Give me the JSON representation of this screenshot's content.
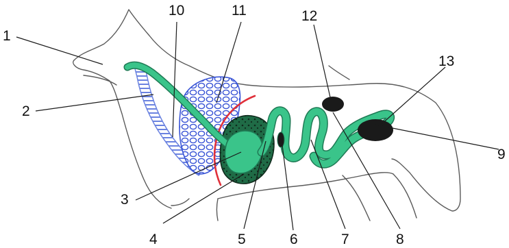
{
  "labels": {
    "n1": "1",
    "n2": "2",
    "n3": "3",
    "n4": "4",
    "n5": "5",
    "n6": "6",
    "n7": "7",
    "n8": "8",
    "n9": "9",
    "n10": "10",
    "n11": "11",
    "n12": "12",
    "n13": "13"
  },
  "colors": {
    "digestive_tract": "#3ac48a",
    "digestive_outline": "#1f7a55",
    "lungs": "#3a55d6",
    "liver_outline": "#1b3d2c",
    "diaphragm": "#e0303a",
    "kidney": "#1a1a1a",
    "trachea": "#6a82e0"
  }
}
